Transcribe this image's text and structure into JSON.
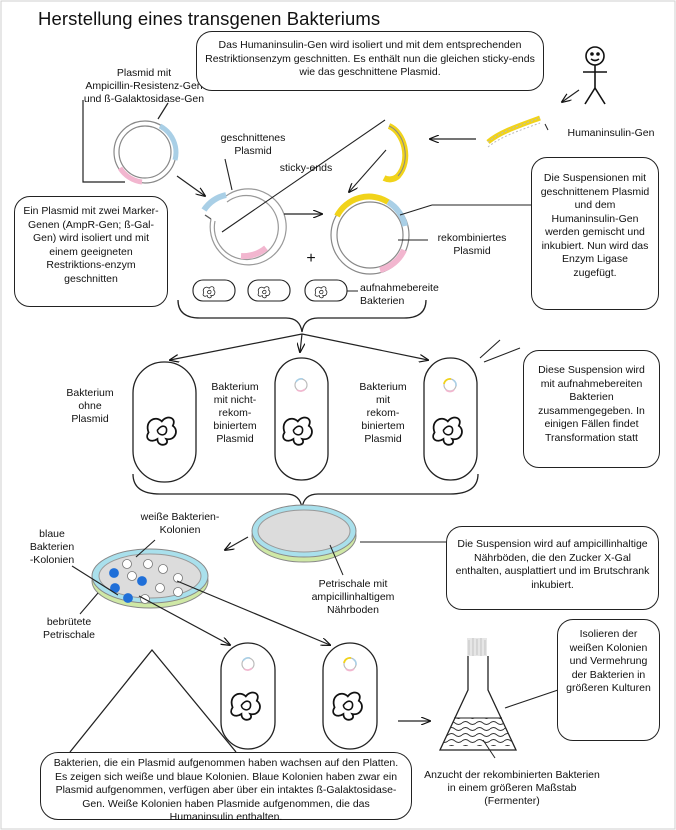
{
  "title": "Herstellung eines transgenen Bakteriums",
  "labels": {
    "plasmid_markers": "Plasmid mit\nAmpicillin-Resistenz-Gen\nund ß-Galaktosidase-Gen",
    "cut_plasmid": "geschnittenes\nPlasmid",
    "sticky_ends": "sticky-ends",
    "insulin_gene": "Humaninsulin-Gen",
    "recombinant_plasmid": "rekombiniertes\nPlasmid",
    "competent_bacteria": "aufnahmebereite\nBakterien",
    "plus": "+",
    "bacterium_no_plasmid": "Bakterium\nohne\nPlasmid",
    "bacterium_nonrecomb": "Bakterium\nmit nicht-\nrekom-\nbiniertem\nPlasmid",
    "bacterium_recomb": "Bakterium\nmit\nrekom-\nbiniertem\nPlasmid",
    "white_colonies": "weiße Bakterien-\nKolonien",
    "blue_colonies": "blaue\nBakterien\n-Kolonien",
    "incubated_dish": "bebrütete\nPetrischale",
    "petri_dish": "Petrischale mit\nampicillinhaltigem\nNährboden",
    "fermenter": "Anzucht der rekombinierten Bakterien\nin einem größeren Maßstab\n(Fermenter)"
  },
  "callouts": {
    "insulin_isolated": "Das Humaninsulin-Gen wird isoliert und mit dem entsprechenden Restriktionsenzym geschnitten. Es enthält nun die gleichen sticky-ends wie das geschnittene Plasmid.",
    "plasmid_isolated": "Ein Plasmid mit zwei Marker-Genen (AmpR-Gen; ß-Gal-Gen) wird isoliert und mit einem geeigneten Restriktions-enzym geschnitten",
    "ligase": "Die Suspensionen mit geschnittenem Plasmid und dem Humaninsulin-Gen werden gemischt und inkubiert. Nun wird das Enzym Ligase zugefügt.",
    "transformation": "Diese Suspension wird mit aufnahmebereiten Bakterien zusammengegeben. In einigen Fällen findet Transformation statt",
    "plating": "Die Suspension wird auf ampicillinhaltige Nährböden, die den Zucker X-Gal enthalten, ausplattiert und im Brutschrank inkubiert.",
    "scale_up": "Isolieren der weißen Kolonien und Vermehrung der Bakterien in größeren Kulturen",
    "result": "Bakterien, die ein Plasmid aufgenommen haben wachsen auf den Platten. Es zeigen sich weiße und blaue Kolonien. Blaue Kolonien haben zwar ein Plasmid aufgenommen, verfügen aber über ein intaktes ß-Galaktosidase-Gen. Weiße Kolonien haben Plasmide aufgenommen, die das Humaninsulin enthalten."
  },
  "colors": {
    "ampr_gene": "#a9cfe6",
    "bgal_gene": "#f2b6cf",
    "insulin_gene": "#f1d31a",
    "blue_colony": "#1f6fd8",
    "dish_top": "#a9e0ec",
    "dish_bottom": "#cfe8a6",
    "medium": "#dcdcdc"
  }
}
